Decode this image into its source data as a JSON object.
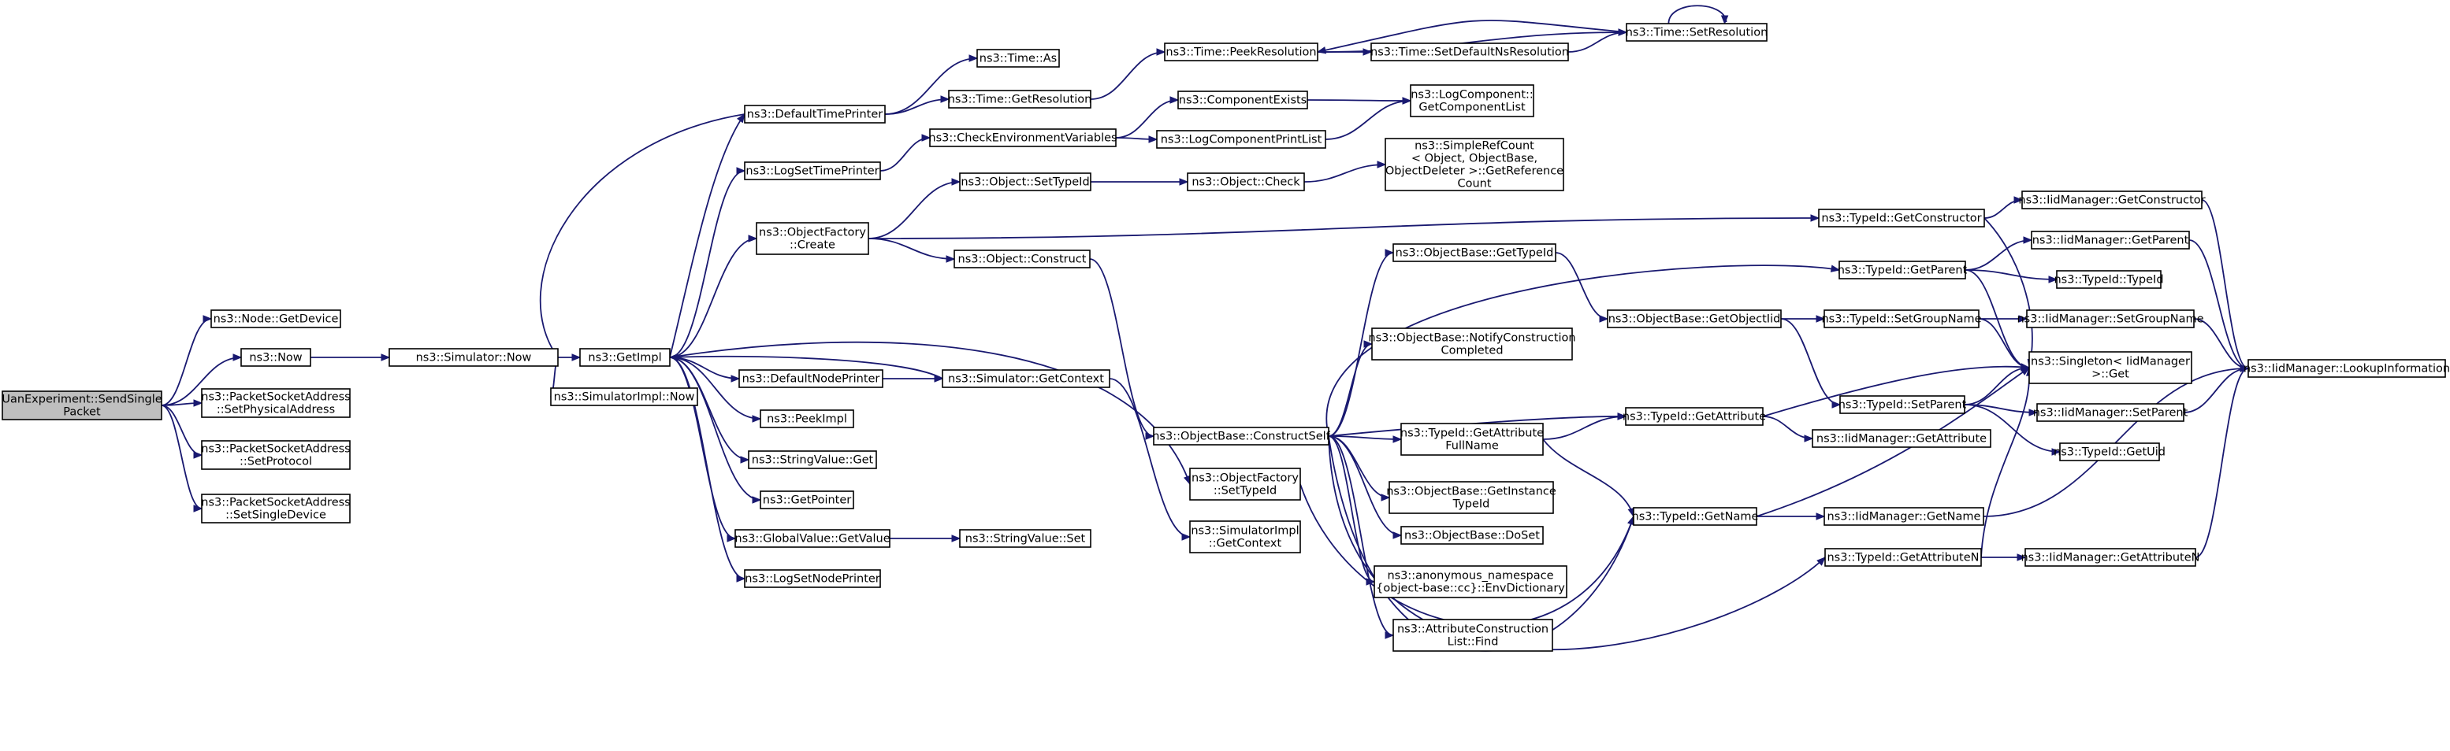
{
  "graph": {
    "root": "n0",
    "edge_color": "#191970",
    "root_fill": "#bfbfbf",
    "nodes": [
      {
        "id": "n0",
        "lines": [
          "UanExperiment::SendSingle",
          "Packet"
        ]
      },
      {
        "id": "n1",
        "lines": [
          "ns3::Node::GetDevice"
        ]
      },
      {
        "id": "n2",
        "lines": [
          "ns3::Now"
        ]
      },
      {
        "id": "n3",
        "lines": [
          "ns3::PacketSocketAddress",
          "::SetPhysicalAddress"
        ]
      },
      {
        "id": "n4",
        "lines": [
          "ns3::PacketSocketAddress",
          "::SetProtocol"
        ]
      },
      {
        "id": "n5",
        "lines": [
          "ns3::PacketSocketAddress",
          "::SetSingleDevice"
        ]
      },
      {
        "id": "n6",
        "lines": [
          "ns3::Simulator::Now"
        ]
      },
      {
        "id": "n7",
        "lines": [
          "ns3::GetImpl"
        ]
      },
      {
        "id": "n8",
        "lines": [
          "ns3::SimulatorImpl::Now"
        ]
      },
      {
        "id": "n9",
        "lines": [
          "ns3::DefaultTimePrinter"
        ]
      },
      {
        "id": "n10",
        "lines": [
          "ns3::LogSetTimePrinter"
        ]
      },
      {
        "id": "n11",
        "lines": [
          "ns3::ObjectFactory",
          "::Create"
        ]
      },
      {
        "id": "n12",
        "lines": [
          "ns3::DefaultNodePrinter"
        ]
      },
      {
        "id": "n13",
        "lines": [
          "ns3::PeekImpl"
        ]
      },
      {
        "id": "n14",
        "lines": [
          "ns3::StringValue::Get"
        ]
      },
      {
        "id": "n15",
        "lines": [
          "ns3::GetPointer"
        ]
      },
      {
        "id": "n16",
        "lines": [
          "ns3::GlobalValue::GetValue"
        ]
      },
      {
        "id": "n17",
        "lines": [
          "ns3::LogSetNodePrinter"
        ]
      },
      {
        "id": "n18",
        "lines": [
          "ns3::Time::As"
        ]
      },
      {
        "id": "n19",
        "lines": [
          "ns3::Time::GetResolution"
        ]
      },
      {
        "id": "n20",
        "lines": [
          "ns3::CheckEnvironmentVariables"
        ]
      },
      {
        "id": "n21",
        "lines": [
          "ns3::Object::SetTypeId"
        ]
      },
      {
        "id": "n22",
        "lines": [
          "ns3::Object::Construct"
        ]
      },
      {
        "id": "n23",
        "lines": [
          "ns3::Simulator::GetContext"
        ]
      },
      {
        "id": "n24",
        "lines": [
          "ns3::StringValue::Set"
        ]
      },
      {
        "id": "n25",
        "lines": [
          "ns3::Time::PeekResolution"
        ]
      },
      {
        "id": "n26",
        "lines": [
          "ns3::ComponentExists"
        ]
      },
      {
        "id": "n27",
        "lines": [
          "ns3::LogComponentPrintList"
        ]
      },
      {
        "id": "n28",
        "lines": [
          "ns3::Object::Check"
        ]
      },
      {
        "id": "n29",
        "lines": [
          "ns3::ObjectBase::ConstructSelf"
        ]
      },
      {
        "id": "n30",
        "lines": [
          "ns3::ObjectFactory",
          "::SetTypeId"
        ]
      },
      {
        "id": "n31",
        "lines": [
          "ns3::SimulatorImpl",
          "::GetContext"
        ]
      },
      {
        "id": "n32",
        "lines": [
          "ns3::Time::SetDefaultNsResolution"
        ]
      },
      {
        "id": "n33",
        "lines": [
          "ns3::Time::SetResolution"
        ]
      },
      {
        "id": "n34",
        "lines": [
          "ns3::LogComponent::",
          "GetComponentList"
        ]
      },
      {
        "id": "n35",
        "lines": [
          "ns3::SimpleRefCount",
          "< Object, ObjectBase,",
          "ObjectDeleter >::GetReference",
          "Count"
        ]
      },
      {
        "id": "n36",
        "lines": [
          "ns3::ObjectBase::GetTypeId"
        ]
      },
      {
        "id": "n37",
        "lines": [
          "ns3::ObjectBase::NotifyConstruction",
          "Completed"
        ]
      },
      {
        "id": "n38",
        "lines": [
          "ns3::TypeId::GetAttribute",
          "FullName"
        ]
      },
      {
        "id": "n39",
        "lines": [
          "ns3::ObjectBase::GetInstance",
          "TypeId"
        ]
      },
      {
        "id": "n40",
        "lines": [
          "ns3::ObjectBase::DoSet"
        ]
      },
      {
        "id": "n41",
        "lines": [
          "ns3::anonymous_namespace",
          "{object-base::cc}::EnvDictionary"
        ]
      },
      {
        "id": "n42",
        "lines": [
          "ns3::AttributeConstruction",
          "List::Find"
        ]
      },
      {
        "id": "n43",
        "lines": [
          "ns3::ObjectBase::GetObjectIid"
        ]
      },
      {
        "id": "n44",
        "lines": [
          "ns3::TypeId::GetAttribute"
        ]
      },
      {
        "id": "n45",
        "lines": [
          "ns3::TypeId::GetName"
        ]
      },
      {
        "id": "n46",
        "lines": [
          "ns3::TypeId::GetConstructor"
        ]
      },
      {
        "id": "n47",
        "lines": [
          "ns3::TypeId::GetParent"
        ]
      },
      {
        "id": "n48",
        "lines": [
          "ns3::TypeId::SetGroupName"
        ]
      },
      {
        "id": "n49",
        "lines": [
          "ns3::TypeId::SetParent"
        ]
      },
      {
        "id": "n50",
        "lines": [
          "ns3::IidManager::GetAttribute"
        ]
      },
      {
        "id": "n51",
        "lines": [
          "ns3::IidManager::GetName"
        ]
      },
      {
        "id": "n52",
        "lines": [
          "ns3::TypeId::GetAttributeN"
        ]
      },
      {
        "id": "n53",
        "lines": [
          "ns3::IidManager::GetConstructor"
        ]
      },
      {
        "id": "n54",
        "lines": [
          "ns3::IidManager::GetParent"
        ]
      },
      {
        "id": "n55",
        "lines": [
          "ns3::TypeId::TypeId"
        ]
      },
      {
        "id": "n56",
        "lines": [
          "ns3::IidManager::SetGroupName"
        ]
      },
      {
        "id": "n57",
        "lines": [
          "ns3::Singleton< IidManager",
          ">::Get"
        ]
      },
      {
        "id": "n58",
        "lines": [
          "ns3::IidManager::SetParent"
        ]
      },
      {
        "id": "n59",
        "lines": [
          "ns3::TypeId::GetUid"
        ]
      },
      {
        "id": "n60",
        "lines": [
          "ns3::IidManager::GetAttributeN"
        ]
      },
      {
        "id": "n61",
        "lines": [
          "ns3::IidManager::LookupInformation"
        ]
      }
    ],
    "edges": [
      [
        "n0",
        "n1"
      ],
      [
        "n0",
        "n2"
      ],
      [
        "n0",
        "n3"
      ],
      [
        "n0",
        "n4"
      ],
      [
        "n0",
        "n5"
      ],
      [
        "n2",
        "n6"
      ],
      [
        "n6",
        "n7"
      ],
      [
        "n6",
        "n8"
      ],
      [
        "n7",
        "n9"
      ],
      [
        "n7",
        "n10"
      ],
      [
        "n7",
        "n11"
      ],
      [
        "n7",
        "n12"
      ],
      [
        "n7",
        "n13"
      ],
      [
        "n7",
        "n14"
      ],
      [
        "n7",
        "n15"
      ],
      [
        "n7",
        "n16"
      ],
      [
        "n7",
        "n17"
      ],
      [
        "n7",
        "n30"
      ],
      [
        "n9",
        "n6"
      ],
      [
        "n9",
        "n18"
      ],
      [
        "n9",
        "n19"
      ],
      [
        "n10",
        "n20"
      ],
      [
        "n11",
        "n21"
      ],
      [
        "n11",
        "n22"
      ],
      [
        "n11",
        "n46"
      ],
      [
        "n12",
        "n23"
      ],
      [
        "n16",
        "n24"
      ],
      [
        "n19",
        "n25"
      ],
      [
        "n20",
        "n26"
      ],
      [
        "n20",
        "n27"
      ],
      [
        "n21",
        "n28"
      ],
      [
        "n22",
        "n29"
      ],
      [
        "n23",
        "n7"
      ],
      [
        "n23",
        "n31"
      ],
      [
        "n25",
        "n32"
      ],
      [
        "n25",
        "n33"
      ],
      [
        "n26",
        "n34"
      ],
      [
        "n27",
        "n34"
      ],
      [
        "n28",
        "n35"
      ],
      [
        "n29",
        "n36"
      ],
      [
        "n29",
        "n37"
      ],
      [
        "n29",
        "n38"
      ],
      [
        "n29",
        "n39"
      ],
      [
        "n29",
        "n40"
      ],
      [
        "n29",
        "n41"
      ],
      [
        "n29",
        "n42"
      ],
      [
        "n29",
        "n44"
      ],
      [
        "n29",
        "n45"
      ],
      [
        "n29",
        "n47"
      ],
      [
        "n29",
        "n52"
      ],
      [
        "n30",
        "n45"
      ],
      [
        "n32",
        "n33"
      ],
      [
        "n33",
        "n25"
      ],
      [
        "n33",
        "n33"
      ],
      [
        "n36",
        "n43"
      ],
      [
        "n38",
        "n44"
      ],
      [
        "n38",
        "n45"
      ],
      [
        "n43",
        "n48"
      ],
      [
        "n43",
        "n49"
      ],
      [
        "n44",
        "n50"
      ],
      [
        "n44",
        "n57"
      ],
      [
        "n45",
        "n51"
      ],
      [
        "n45",
        "n57"
      ],
      [
        "n46",
        "n53"
      ],
      [
        "n46",
        "n57"
      ],
      [
        "n47",
        "n54"
      ],
      [
        "n47",
        "n55"
      ],
      [
        "n47",
        "n57"
      ],
      [
        "n48",
        "n56"
      ],
      [
        "n48",
        "n57"
      ],
      [
        "n49",
        "n57"
      ],
      [
        "n49",
        "n58"
      ],
      [
        "n49",
        "n59"
      ],
      [
        "n51",
        "n61"
      ],
      [
        "n52",
        "n57"
      ],
      [
        "n52",
        "n60"
      ],
      [
        "n53",
        "n61"
      ],
      [
        "n54",
        "n61"
      ],
      [
        "n56",
        "n61"
      ],
      [
        "n58",
        "n61"
      ],
      [
        "n60",
        "n61"
      ]
    ]
  }
}
